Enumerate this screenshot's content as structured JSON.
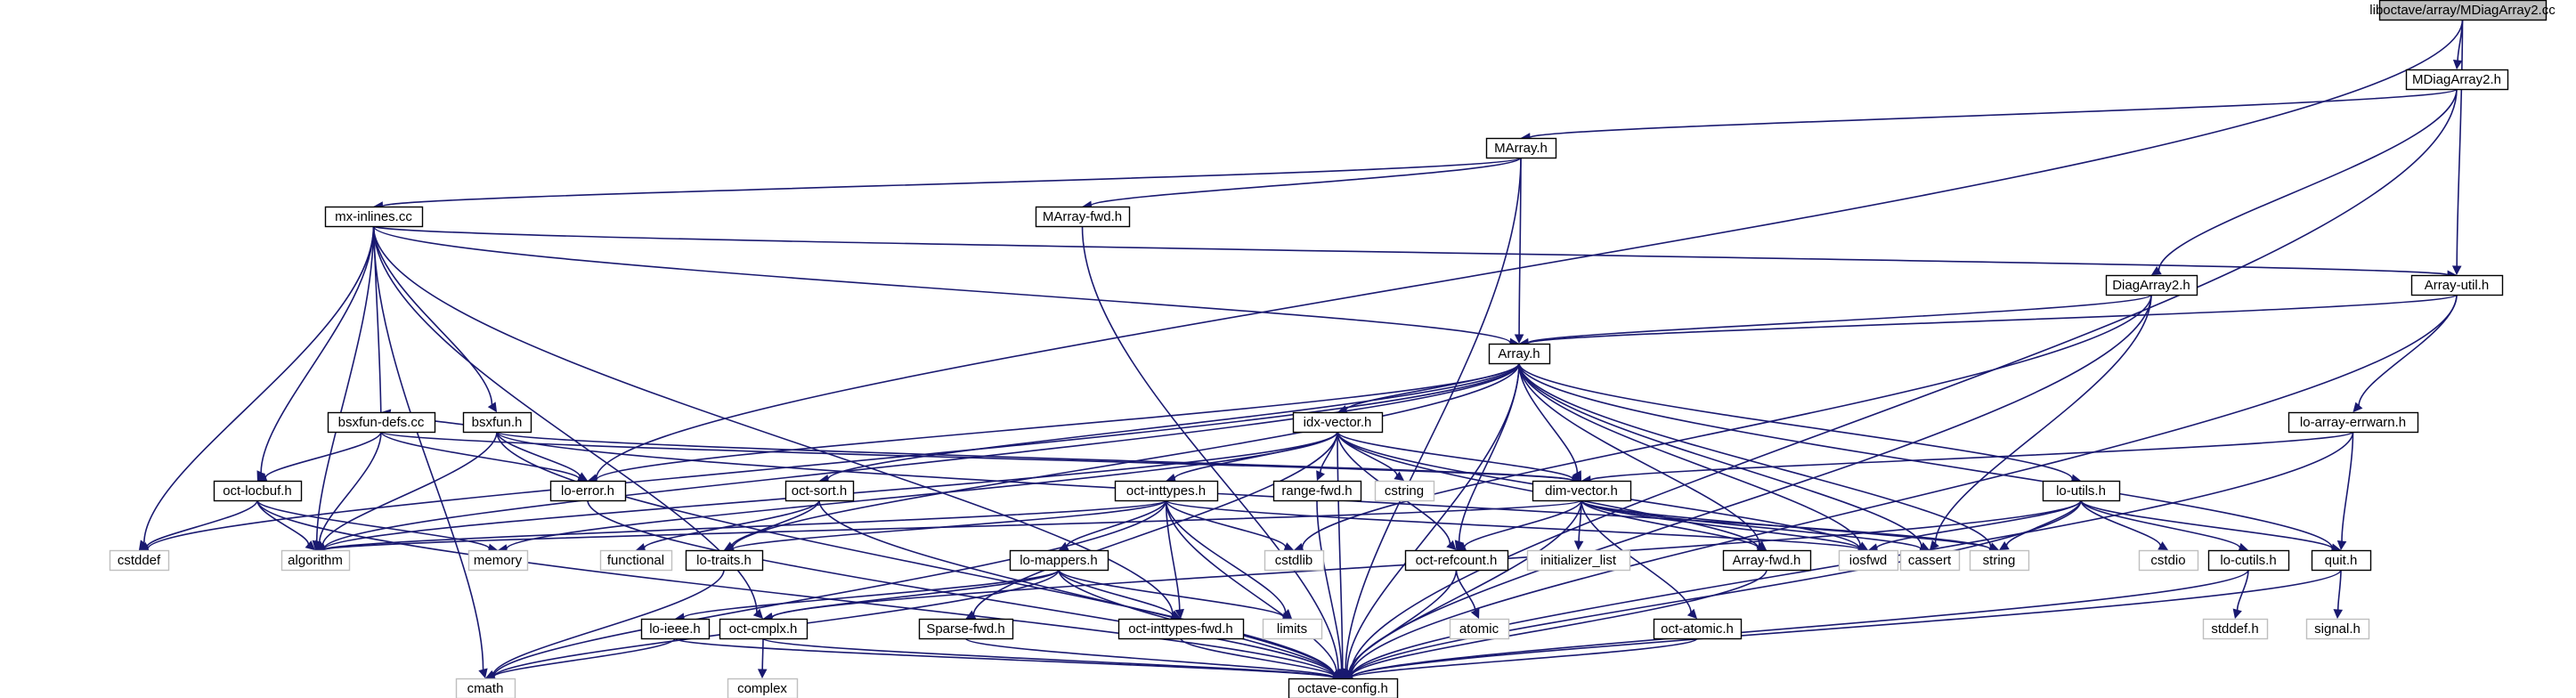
{
  "graph": {
    "type": "include-dependency-graph",
    "edge_color": "#191970",
    "root_fill": "#bfbfbf",
    "system_header_border": "#bfbfbf",
    "nodes": [
      {
        "id": "root",
        "label": "liboctave/array/MDiagArray2.cc",
        "kind": "root"
      },
      {
        "id": "mdiagarray2h",
        "label": "MDiagArray2.h",
        "kind": "file"
      },
      {
        "id": "marrayh",
        "label": "MArray.h",
        "kind": "file"
      },
      {
        "id": "mxinlines",
        "label": "mx-inlines.cc",
        "kind": "file"
      },
      {
        "id": "marrayfwd",
        "label": "MArray-fwd.h",
        "kind": "file"
      },
      {
        "id": "diagarray2h",
        "label": "DiagArray2.h",
        "kind": "file"
      },
      {
        "id": "arrayutil",
        "label": "Array-util.h",
        "kind": "file"
      },
      {
        "id": "arrayh",
        "label": "Array.h",
        "kind": "file"
      },
      {
        "id": "bsxfun",
        "label": "bsxfun.h",
        "kind": "file"
      },
      {
        "id": "bsxfundefs",
        "label": "bsxfun-defs.cc",
        "kind": "file"
      },
      {
        "id": "idxvector",
        "label": "idx-vector.h",
        "kind": "file"
      },
      {
        "id": "loarrayerrwarn",
        "label": "lo-array-errwarn.h",
        "kind": "file"
      },
      {
        "id": "octlocbuf",
        "label": "oct-locbuf.h",
        "kind": "file"
      },
      {
        "id": "loerror",
        "label": "lo-error.h",
        "kind": "file"
      },
      {
        "id": "octsort",
        "label": "oct-sort.h",
        "kind": "file"
      },
      {
        "id": "octinttypes",
        "label": "oct-inttypes.h",
        "kind": "file"
      },
      {
        "id": "rangefwd",
        "label": "range-fwd.h",
        "kind": "file"
      },
      {
        "id": "dimvector",
        "label": "dim-vector.h",
        "kind": "file"
      },
      {
        "id": "loutils",
        "label": "lo-utils.h",
        "kind": "file"
      },
      {
        "id": "cstddef",
        "label": "cstddef",
        "kind": "system"
      },
      {
        "id": "algorithm",
        "label": "algorithm",
        "kind": "system"
      },
      {
        "id": "memory",
        "label": "memory",
        "kind": "system"
      },
      {
        "id": "functional",
        "label": "functional",
        "kind": "system"
      },
      {
        "id": "lotraits",
        "label": "lo-traits.h",
        "kind": "file"
      },
      {
        "id": "cstring",
        "label": "cstring",
        "kind": "system"
      },
      {
        "id": "cstdlib",
        "label": "cstdlib",
        "kind": "system"
      },
      {
        "id": "initlist",
        "label": "initializer_list",
        "kind": "system"
      },
      {
        "id": "octrefcount",
        "label": "oct-refcount.h",
        "kind": "file"
      },
      {
        "id": "arrayfwd",
        "label": "Array-fwd.h",
        "kind": "file"
      },
      {
        "id": "iosfwd",
        "label": "iosfwd",
        "kind": "system"
      },
      {
        "id": "cassert",
        "label": "cassert",
        "kind": "system"
      },
      {
        "id": "string",
        "label": "string",
        "kind": "system"
      },
      {
        "id": "cstdio",
        "label": "cstdio",
        "kind": "system"
      },
      {
        "id": "locutils",
        "label": "lo-cutils.h",
        "kind": "file"
      },
      {
        "id": "quith",
        "label": "quit.h",
        "kind": "file"
      },
      {
        "id": "lomappers",
        "label": "lo-mappers.h",
        "kind": "file"
      },
      {
        "id": "loieee",
        "label": "lo-ieee.h",
        "kind": "file"
      },
      {
        "id": "octcmplx",
        "label": "oct-cmplx.h",
        "kind": "file"
      },
      {
        "id": "octinttypesfwd",
        "label": "oct-inttypes-fwd.h",
        "kind": "file"
      },
      {
        "id": "limits",
        "label": "limits",
        "kind": "system"
      },
      {
        "id": "sparsefwd",
        "label": "Sparse-fwd.h",
        "kind": "file"
      },
      {
        "id": "atomic",
        "label": "atomic",
        "kind": "system"
      },
      {
        "id": "octatomic",
        "label": "oct-atomic.h",
        "kind": "file"
      },
      {
        "id": "stddef",
        "label": "stddef.h",
        "kind": "system"
      },
      {
        "id": "signal",
        "label": "signal.h",
        "kind": "system"
      },
      {
        "id": "cmath",
        "label": "cmath",
        "kind": "system"
      },
      {
        "id": "complex",
        "label": "complex",
        "kind": "system"
      },
      {
        "id": "octaveconfig",
        "label": "octave-config.h",
        "kind": "file"
      }
    ],
    "edges": [
      [
        "root",
        "mdiagarray2h"
      ],
      [
        "root",
        "loerror"
      ],
      [
        "root",
        "arrayutil"
      ],
      [
        "mdiagarray2h",
        "marrayh"
      ],
      [
        "mdiagarray2h",
        "diagarray2h"
      ],
      [
        "mdiagarray2h",
        "octaveconfig"
      ],
      [
        "marrayh",
        "mxinlines"
      ],
      [
        "marrayh",
        "marrayfwd"
      ],
      [
        "marrayh",
        "arrayh"
      ],
      [
        "marrayh",
        "octaveconfig"
      ],
      [
        "mxinlines",
        "bsxfun"
      ],
      [
        "mxinlines",
        "octlocbuf"
      ],
      [
        "mxinlines",
        "cstddef"
      ],
      [
        "mxinlines",
        "cmath"
      ],
      [
        "mxinlines",
        "algorithm"
      ],
      [
        "mxinlines",
        "octcmplx"
      ],
      [
        "mxinlines",
        "octinttypesfwd"
      ],
      [
        "mxinlines",
        "arrayutil"
      ],
      [
        "mxinlines",
        "arrayh"
      ],
      [
        "marrayfwd",
        "octaveconfig"
      ],
      [
        "diagarray2h",
        "arrayh"
      ],
      [
        "diagarray2h",
        "cassert"
      ],
      [
        "diagarray2h",
        "octaveconfig"
      ],
      [
        "diagarray2h",
        "cstdlib"
      ],
      [
        "arrayutil",
        "arrayh"
      ],
      [
        "arrayutil",
        "loarrayerrwarn"
      ],
      [
        "arrayutil",
        "octaveconfig"
      ],
      [
        "bsxfun",
        "bsxfundefs"
      ],
      [
        "bsxfun",
        "loerror"
      ],
      [
        "bsxfun",
        "algorithm"
      ],
      [
        "bsxfun",
        "dimvector"
      ],
      [
        "bsxfun",
        "string"
      ],
      [
        "bsxfun",
        "octaveconfig"
      ],
      [
        "bsxfundefs",
        "mxinlines"
      ],
      [
        "bsxfundefs",
        "octlocbuf"
      ],
      [
        "bsxfundefs",
        "loerror"
      ],
      [
        "bsxfundefs",
        "dimvector"
      ],
      [
        "bsxfundefs",
        "algorithm"
      ],
      [
        "arrayh",
        "idxvector"
      ],
      [
        "arrayh",
        "loerror"
      ],
      [
        "arrayh",
        "octsort"
      ],
      [
        "arrayh",
        "lotraits"
      ],
      [
        "arrayh",
        "dimvector"
      ],
      [
        "arrayh",
        "octrefcount"
      ],
      [
        "arrayh",
        "arrayfwd"
      ],
      [
        "arrayh",
        "iosfwd"
      ],
      [
        "arrayh",
        "cassert"
      ],
      [
        "arrayh",
        "string"
      ],
      [
        "arrayh",
        "loutils"
      ],
      [
        "arrayh",
        "quith"
      ],
      [
        "arrayh",
        "cstddef"
      ],
      [
        "arrayh",
        "algorithm"
      ],
      [
        "arrayh",
        "octaveconfig"
      ],
      [
        "idxvector",
        "octinttypes"
      ],
      [
        "idxvector",
        "rangefwd"
      ],
      [
        "idxvector",
        "cstring"
      ],
      [
        "idxvector",
        "dimvector"
      ],
      [
        "idxvector",
        "octrefcount"
      ],
      [
        "idxvector",
        "sparsefwd"
      ],
      [
        "idxvector",
        "arrayfwd"
      ],
      [
        "idxvector",
        "iosfwd"
      ],
      [
        "idxvector",
        "algorithm"
      ],
      [
        "idxvector",
        "memory"
      ],
      [
        "idxvector",
        "octaveconfig"
      ],
      [
        "loarrayerrwarn",
        "dimvector"
      ],
      [
        "loarrayerrwarn",
        "quith"
      ],
      [
        "loarrayerrwarn",
        "octaveconfig"
      ],
      [
        "octlocbuf",
        "cstddef"
      ],
      [
        "octlocbuf",
        "algorithm"
      ],
      [
        "octlocbuf",
        "memory"
      ],
      [
        "octlocbuf",
        "octaveconfig"
      ],
      [
        "loerror",
        "octaveconfig"
      ],
      [
        "octsort",
        "functional"
      ],
      [
        "octsort",
        "lotraits"
      ],
      [
        "octsort",
        "octaveconfig"
      ],
      [
        "octinttypes",
        "lomappers"
      ],
      [
        "octinttypes",
        "octinttypesfwd"
      ],
      [
        "octinttypes",
        "cstdlib"
      ],
      [
        "octinttypes",
        "limits"
      ],
      [
        "octinttypes",
        "iosfwd"
      ],
      [
        "octinttypes",
        "lotraits"
      ],
      [
        "octinttypes",
        "cmath"
      ],
      [
        "octinttypes",
        "algorithm"
      ],
      [
        "octinttypes",
        "octaveconfig"
      ],
      [
        "rangefwd",
        "octaveconfig"
      ],
      [
        "dimvector",
        "octrefcount"
      ],
      [
        "dimvector",
        "initlist"
      ],
      [
        "dimvector",
        "arrayfwd"
      ],
      [
        "dimvector",
        "iosfwd"
      ],
      [
        "dimvector",
        "cassert"
      ],
      [
        "dimvector",
        "string"
      ],
      [
        "dimvector",
        "octatomic"
      ],
      [
        "dimvector",
        "algorithm"
      ],
      [
        "dimvector",
        "octaveconfig"
      ],
      [
        "loutils",
        "iosfwd"
      ],
      [
        "loutils",
        "string"
      ],
      [
        "loutils",
        "cstdio"
      ],
      [
        "loutils",
        "locutils"
      ],
      [
        "loutils",
        "quith"
      ],
      [
        "loutils",
        "octcmplx"
      ],
      [
        "loutils",
        "octaveconfig"
      ],
      [
        "lotraits",
        "cmath"
      ],
      [
        "octrefcount",
        "atomic"
      ],
      [
        "octrefcount",
        "octaveconfig"
      ],
      [
        "arrayfwd",
        "octaveconfig"
      ],
      [
        "locutils",
        "stddef"
      ],
      [
        "locutils",
        "octaveconfig"
      ],
      [
        "quith",
        "signal"
      ],
      [
        "quith",
        "octaveconfig"
      ],
      [
        "lomappers",
        "loieee"
      ],
      [
        "lomappers",
        "octcmplx"
      ],
      [
        "lomappers",
        "octinttypesfwd"
      ],
      [
        "lomappers",
        "limits"
      ],
      [
        "lomappers",
        "cmath"
      ],
      [
        "lomappers",
        "octaveconfig"
      ],
      [
        "loieee",
        "cmath"
      ],
      [
        "loieee",
        "octaveconfig"
      ],
      [
        "octcmplx",
        "complex"
      ],
      [
        "octcmplx",
        "octaveconfig"
      ],
      [
        "octinttypesfwd",
        "octaveconfig"
      ],
      [
        "sparsefwd",
        "octaveconfig"
      ],
      [
        "octatomic",
        "octaveconfig"
      ]
    ]
  }
}
